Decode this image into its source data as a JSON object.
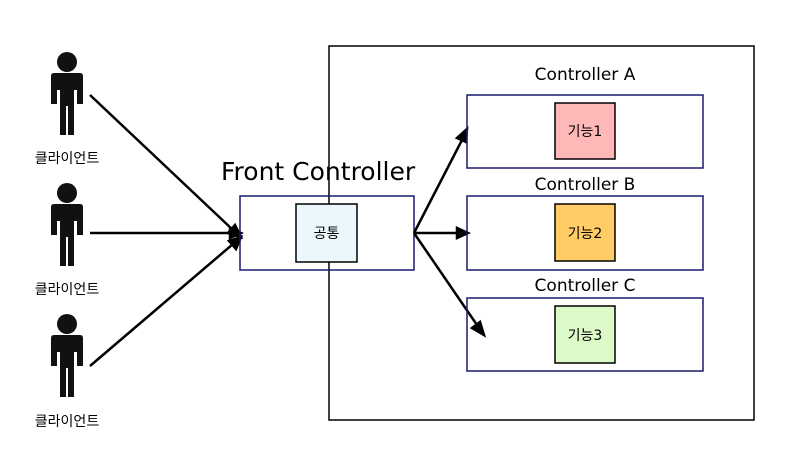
{
  "clients": [
    {
      "label": "클라이언트"
    },
    {
      "label": "클라이언트"
    },
    {
      "label": "클라이언트"
    }
  ],
  "front_controller": {
    "title": "Front Controller",
    "inner_label": "공통"
  },
  "controllers": [
    {
      "title": "Controller A",
      "feature": "기능1"
    },
    {
      "title": "Controller B",
      "feature": "기능2"
    },
    {
      "title": "Controller C",
      "feature": "기능3"
    }
  ],
  "colors": {
    "box_border": "#1a1a6e",
    "common_fill": "#eaf8fc",
    "feature1_fill": "#ffb8b8",
    "feature2_fill": "#ffcc66",
    "feature3_fill": "#dcf9c8",
    "person": "#111111"
  },
  "icons": {
    "client": "person-icon"
  }
}
